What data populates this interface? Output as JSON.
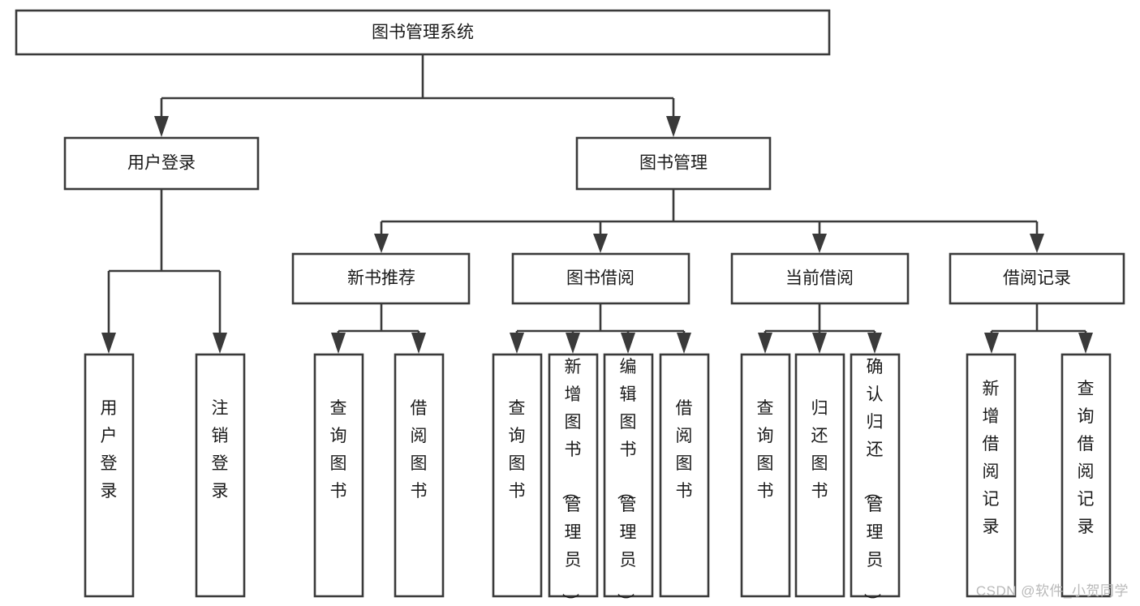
{
  "diagram": {
    "type": "tree-hierarchy-chart",
    "title": "图书管理系统",
    "watermark": "CSDN @软件_小贺同学",
    "colors": {
      "stroke": "#3a3a3a",
      "fill": "#ffffff",
      "text": "#1a1a1a",
      "watermark": "#b9b9b9",
      "background": "#ffffff"
    },
    "levels": [
      {
        "level": 1,
        "nodes": [
          {
            "id": "root",
            "label": "图书管理系统",
            "orientation": "horizontal"
          }
        ]
      },
      {
        "level": 2,
        "nodes": [
          {
            "id": "user-login",
            "label": "用户登录",
            "orientation": "horizontal",
            "parent": "root"
          },
          {
            "id": "book-manage",
            "label": "图书管理",
            "orientation": "horizontal",
            "parent": "root"
          }
        ]
      },
      {
        "level": 3,
        "nodes": [
          {
            "id": "new-book-recommend",
            "label": "新书推荐",
            "orientation": "horizontal",
            "parent": "book-manage"
          },
          {
            "id": "book-borrow",
            "label": "图书借阅",
            "orientation": "horizontal",
            "parent": "book-manage"
          },
          {
            "id": "current-borrow",
            "label": "当前借阅",
            "orientation": "horizontal",
            "parent": "book-manage"
          },
          {
            "id": "borrow-record",
            "label": "借阅记录",
            "orientation": "horizontal",
            "parent": "book-manage"
          }
        ]
      },
      {
        "level": 4,
        "nodes": [
          {
            "id": "leaf-user-login",
            "label": "用户登录",
            "orientation": "vertical",
            "parent": "user-login"
          },
          {
            "id": "leaf-logout",
            "label": "注销登录",
            "orientation": "vertical",
            "parent": "user-login"
          },
          {
            "id": "leaf-query-book-1",
            "label": "查询图书",
            "orientation": "vertical",
            "parent": "new-book-recommend"
          },
          {
            "id": "leaf-borrow-book-1",
            "label": "借阅图书",
            "orientation": "vertical",
            "parent": "new-book-recommend"
          },
          {
            "id": "leaf-query-book-2",
            "label": "查询图书",
            "orientation": "vertical",
            "parent": "book-borrow"
          },
          {
            "id": "leaf-add-book",
            "label": "新增图书（管理员）",
            "orientation": "vertical",
            "parent": "book-borrow"
          },
          {
            "id": "leaf-edit-book",
            "label": "编辑图书（管理员）",
            "orientation": "vertical",
            "parent": "book-borrow"
          },
          {
            "id": "leaf-borrow-book-2",
            "label": "借阅图书",
            "orientation": "vertical",
            "parent": "book-borrow"
          },
          {
            "id": "leaf-query-book-3",
            "label": "查询图书",
            "orientation": "vertical",
            "parent": "current-borrow"
          },
          {
            "id": "leaf-return-book",
            "label": "归还图书",
            "orientation": "vertical",
            "parent": "current-borrow"
          },
          {
            "id": "leaf-confirm-return",
            "label": "确认归还（管理员）",
            "orientation": "vertical",
            "parent": "current-borrow"
          },
          {
            "id": "leaf-add-record",
            "label": "新增借阅记录",
            "orientation": "vertical",
            "parent": "borrow-record"
          },
          {
            "id": "leaf-query-record",
            "label": "查询借阅记录",
            "orientation": "vertical",
            "parent": "borrow-record"
          }
        ]
      }
    ]
  }
}
